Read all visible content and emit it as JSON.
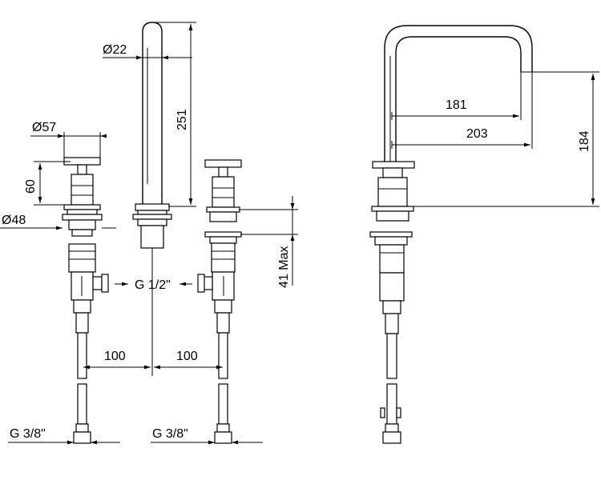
{
  "dimensions": {
    "spout_diameter": "Ø22",
    "spout_height": "251",
    "handle_diameter": "Ø57",
    "handle_height": "60",
    "flange_diameter": "Ø48",
    "deck_thickness": "41 Max",
    "inlet_thread": "G 1/2\"",
    "left_spacing": "100",
    "right_spacing": "100",
    "left_hose_thread": "G 3/8\"",
    "right_hose_thread": "G 3/8\"",
    "reach_inner": "181",
    "reach_outer": "203",
    "side_height": "184"
  }
}
